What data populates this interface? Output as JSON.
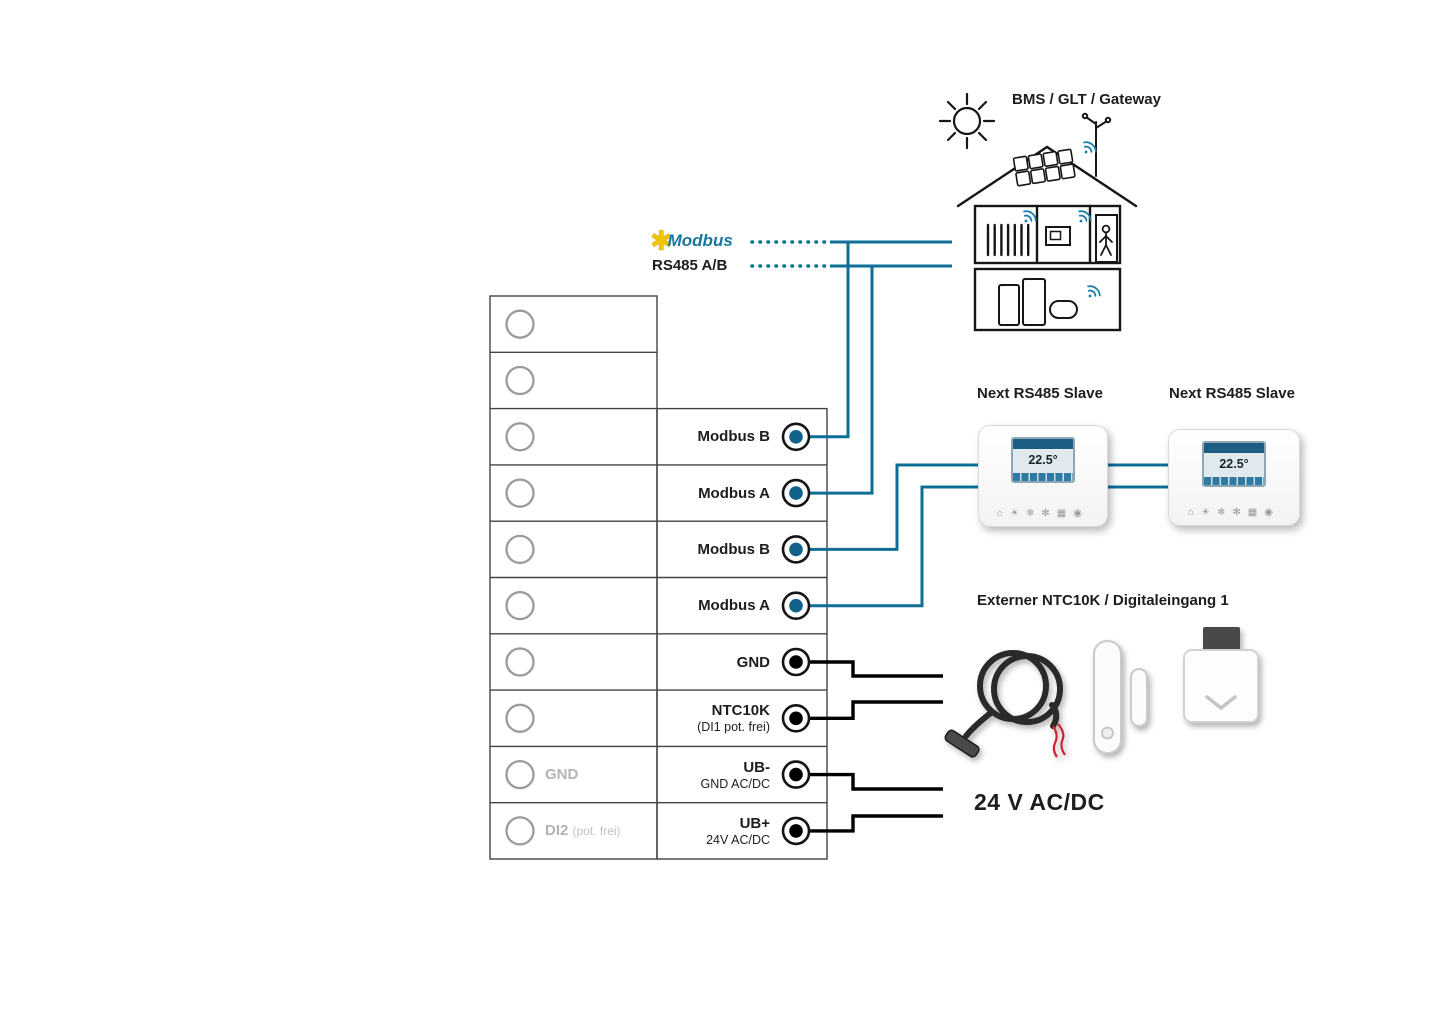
{
  "labels": {
    "bms": "BMS / GLT / Gateway",
    "modbus_logo": "Modbus",
    "rs485": "RS485 A/B",
    "slave_left": "Next RS485 Slave",
    "slave_right": "Next RS485 Slave",
    "sensors": "Externer NTC10K / Digitaleingang 1",
    "power": "24 V AC/DC"
  },
  "terminal_block": {
    "rows": [
      {
        "label": "",
        "sub": "",
        "left": "",
        "left_sub": "",
        "terminal": "none"
      },
      {
        "label": "",
        "sub": "",
        "left": "",
        "left_sub": "",
        "terminal": "none"
      },
      {
        "label": "Modbus B",
        "sub": "",
        "left": "",
        "left_sub": "",
        "terminal": "blue"
      },
      {
        "label": "Modbus A",
        "sub": "",
        "left": "",
        "left_sub": "",
        "terminal": "blue"
      },
      {
        "label": "Modbus B",
        "sub": "",
        "left": "",
        "left_sub": "",
        "terminal": "blue"
      },
      {
        "label": "Modbus A",
        "sub": "",
        "left": "",
        "left_sub": "",
        "terminal": "blue"
      },
      {
        "label": "GND",
        "sub": "",
        "left": "",
        "left_sub": "",
        "terminal": "black"
      },
      {
        "label": "NTC10K",
        "sub": "(DI1 pot. frei)",
        "left": "",
        "left_sub": "",
        "terminal": "black"
      },
      {
        "label": "UB-",
        "sub": "GND AC/DC",
        "left": "GND",
        "left_sub": "",
        "terminal": "black"
      },
      {
        "label": "UB+",
        "sub": "24V AC/DC",
        "left": "DI2",
        "left_sub": "(pot. frei)",
        "terminal": "black"
      }
    ]
  },
  "thermostat": {
    "temp": "22.5°"
  },
  "colors": {
    "line_blue": "#0e6e96",
    "line_black": "#000000",
    "terminal_blue": "#11628b",
    "modbus_yellow": "#f2c300",
    "wifi_blue": "#1b7fae"
  }
}
